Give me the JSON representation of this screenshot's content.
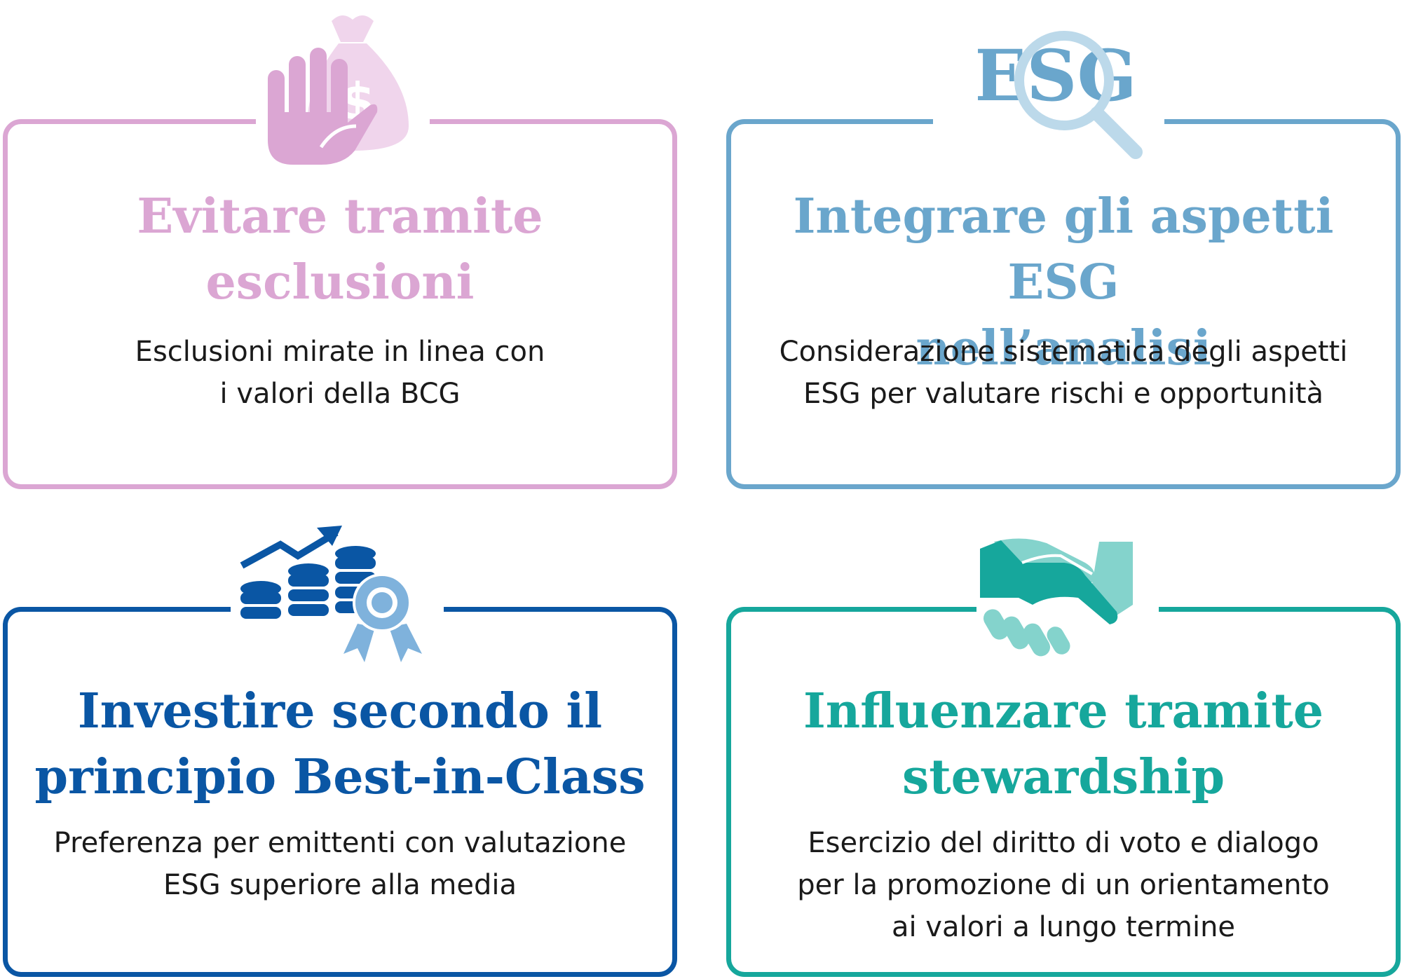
{
  "colors": {
    "pink": "#dba6d3",
    "pink_light": "#f0d5ec",
    "steel_blue": "#6aa6cc",
    "steel_blue_light": "#bcd9ea",
    "dark_blue": "#0a56a4",
    "medium_blue": "#7fb2dc",
    "teal": "#16a79c",
    "teal_light": "#84d3cc"
  },
  "cards": [
    {
      "title_line1": "Evitare tramite",
      "title_line2": "esclusioni",
      "desc_line1": "Esclusioni mirate in linea con",
      "desc_line2": "i valori della BCG",
      "icon": "stop-hand-money-bag-icon",
      "color": "#dba6d3"
    },
    {
      "title_line1": "Integrare gli aspetti ESG",
      "title_line2": "nell’analisi",
      "desc_line1": "Considerazione sistematica degli aspetti",
      "desc_line2": "ESG per valutare rischi e opportunità",
      "icon_text": "ESG",
      "icon": "esg-magnifier-icon",
      "color": "#6aa6cc"
    },
    {
      "title_line1": "Investire secondo il",
      "title_line2": "principio Best-in-Class",
      "desc_line1": "Preferenza per emittenti con valutazione",
      "desc_line2": "ESG superiore alla media",
      "icon": "coins-growth-award-icon",
      "color": "#0a56a4"
    },
    {
      "title_line1": "Influenzare tramite",
      "title_line2": "stewardship",
      "desc_line1": "Esercizio del diritto di voto e dialogo",
      "desc_line2": "per la promozione di un orientamento",
      "desc_line3": "ai valori a lungo termine",
      "icon": "handshake-icon",
      "color": "#16a79c"
    }
  ]
}
